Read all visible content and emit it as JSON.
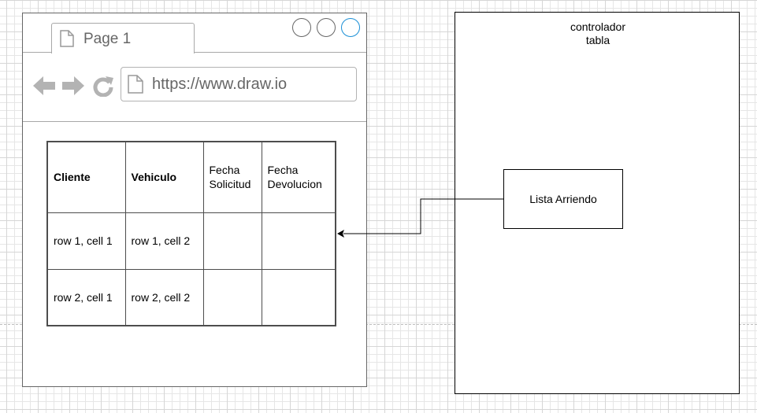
{
  "browser": {
    "tab_label": "Page 1",
    "url": "https://www.draw.io",
    "icons": {
      "back": "arrow-left-icon",
      "forward": "arrow-right-icon",
      "reload": "reload-icon",
      "page": "page-icon",
      "window_buttons": [
        "circle-icon",
        "circle-icon",
        "circle-icon"
      ]
    }
  },
  "table": {
    "headers": [
      {
        "lines": [
          "Cliente"
        ],
        "bold": true
      },
      {
        "lines": [
          "Vehiculo"
        ],
        "bold": true
      },
      {
        "lines": [
          "Fecha",
          "Solicitud"
        ],
        "bold": false
      },
      {
        "lines": [
          "Fecha",
          "Devolucion"
        ],
        "bold": false
      }
    ],
    "rows": [
      [
        "row 1, cell 1",
        "row 1, cell 2",
        "",
        ""
      ],
      [
        "row 2, cell 1",
        "row 2, cell 2",
        "",
        ""
      ]
    ]
  },
  "controller": {
    "title_lines": [
      "controlador",
      "tabla"
    ]
  },
  "list_box": {
    "label": "Lista Arriendo"
  },
  "colors": {
    "border_dark": "#4d4d4d",
    "browser_gray": "#666666",
    "accent_blue": "#1a8fd6",
    "icon_gray": "#b3b3b3"
  }
}
